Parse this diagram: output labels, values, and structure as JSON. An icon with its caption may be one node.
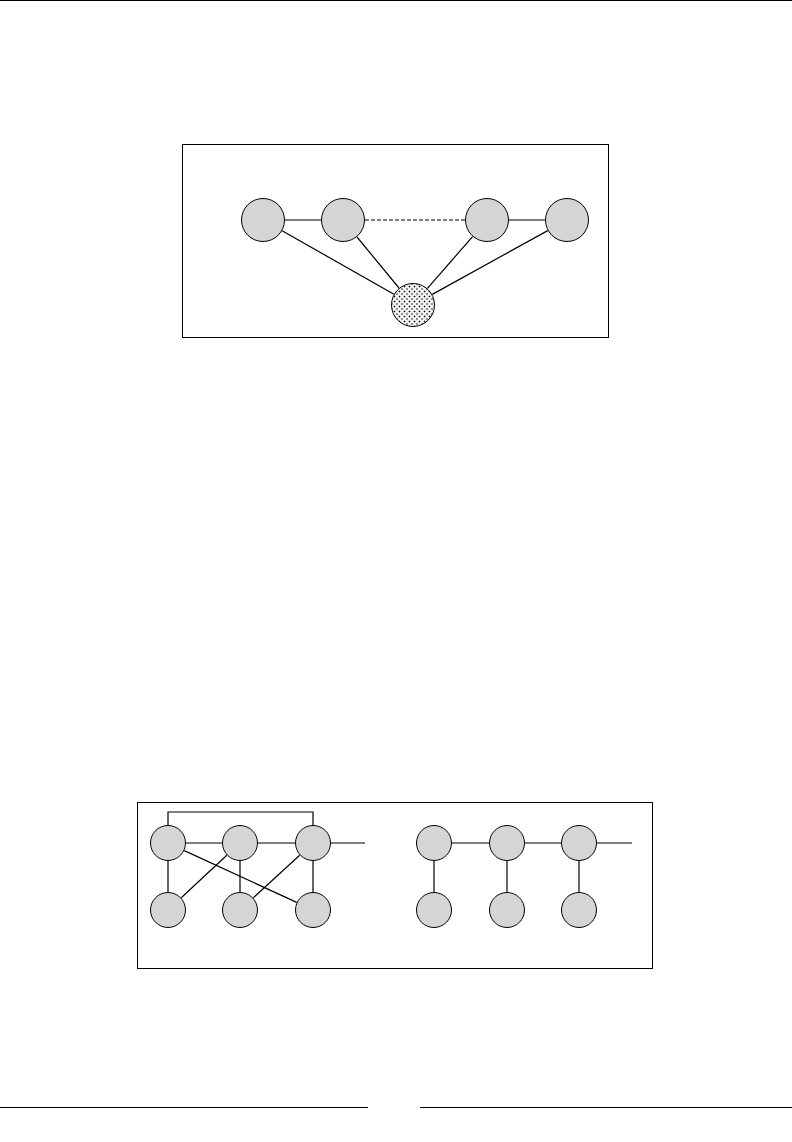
{
  "diagram": {
    "nodes": [
      {
        "text": [],
        "shape": "box"
      },
      {
        "text": [],
        "shape": "circle",
        "in": 0
      },
      {
        "text": [],
        "shape": "circle",
        "in": 0
      },
      {
        "text": [],
        "shape": "circle",
        "in": 0
      },
      {
        "text": [],
        "shape": "circle",
        "in": 0
      },
      {
        "text": [],
        "shape": "circle",
        "in": 0
      },
      {
        "text": [],
        "shape": "box"
      },
      {
        "text": [],
        "shape": "circle",
        "in": 6
      },
      {
        "text": [],
        "shape": "circle",
        "in": 6
      },
      {
        "text": [],
        "shape": "circle",
        "in": 6
      },
      {
        "text": [],
        "shape": "circle",
        "in": 6
      },
      {
        "text": [],
        "shape": "circle",
        "in": 6
      },
      {
        "text": [],
        "shape": "circle",
        "in": 6
      },
      {
        "text": [],
        "shape": "circle",
        "in": 6
      },
      {
        "text": [],
        "shape": "circle",
        "in": 6
      },
      {
        "text": [],
        "shape": "circle",
        "in": 6
      },
      {
        "text": [],
        "shape": "circle",
        "in": 6
      },
      {
        "text": [],
        "shape": "circle",
        "in": 6
      },
      {
        "text": [],
        "shape": "circle",
        "in": 6
      }
    ],
    "edges": [
      {
        "from": 1,
        "to": 2,
        "arrow": "none"
      },
      {
        "from": 2,
        "to": 3,
        "arrow": "none",
        "style": "dashed"
      },
      {
        "from": 3,
        "to": 4,
        "arrow": "none"
      },
      {
        "from": 1,
        "to": 5,
        "arrow": "none"
      },
      {
        "from": 2,
        "to": 5,
        "arrow": "none"
      },
      {
        "from": 3,
        "to": 5,
        "arrow": "none"
      },
      {
        "from": 4,
        "to": 5,
        "arrow": "none"
      },
      {
        "from": 7,
        "to": 8,
        "arrow": "none"
      },
      {
        "from": 8,
        "to": 9,
        "arrow": "none"
      },
      {
        "from": 7,
        "to": 9,
        "arrow": "none"
      },
      {
        "from": 9,
        "to": null,
        "arrow": "none"
      },
      {
        "from": 7,
        "to": 13,
        "arrow": "none"
      },
      {
        "from": 7,
        "to": 15,
        "arrow": "none"
      },
      {
        "from": 8,
        "to": 13,
        "arrow": "none"
      },
      {
        "from": 8,
        "to": 14,
        "arrow": "none"
      },
      {
        "from": 9,
        "to": 14,
        "arrow": "none"
      },
      {
        "from": 9,
        "to": 15,
        "arrow": "none"
      },
      {
        "from": 10,
        "to": 11,
        "arrow": "none"
      },
      {
        "from": 11,
        "to": 12,
        "arrow": "none"
      },
      {
        "from": 12,
        "to": null,
        "arrow": "none"
      },
      {
        "from": 10,
        "to": 16,
        "arrow": "none"
      },
      {
        "from": 11,
        "to": 17,
        "arrow": "none"
      },
      {
        "from": 12,
        "to": 18,
        "arrow": "none"
      }
    ]
  }
}
